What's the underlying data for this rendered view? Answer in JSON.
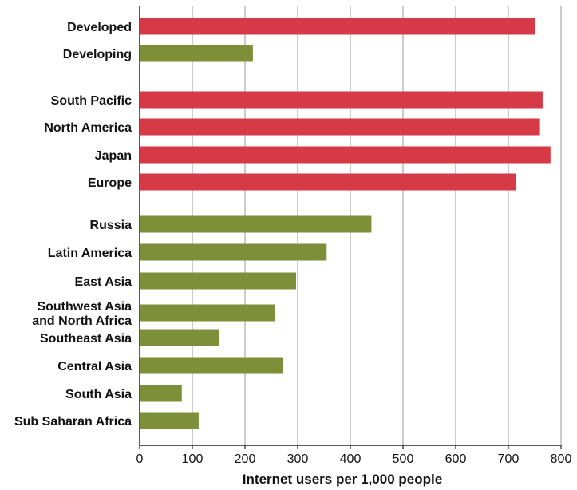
{
  "chart_data": {
    "type": "bar",
    "orientation": "horizontal",
    "xlabel": "Internet users per 1,000 people",
    "xlim": [
      0,
      800
    ],
    "xticks": [
      0,
      100,
      200,
      300,
      400,
      500,
      600,
      700,
      800
    ],
    "grid": true,
    "colors": {
      "developed": "#d63a47",
      "developing": "#7e8f3a"
    },
    "bars": [
      {
        "label": "Developed",
        "value": 750,
        "group": "developed"
      },
      {
        "label": "Developing",
        "value": 215,
        "group": "developing"
      },
      {
        "label": "South Pacific",
        "value": 765,
        "group": "developed"
      },
      {
        "label": "North America",
        "value": 760,
        "group": "developed"
      },
      {
        "label": "Japan",
        "value": 780,
        "group": "developed"
      },
      {
        "label": "Europe",
        "value": 715,
        "group": "developed"
      },
      {
        "label": "Russia",
        "value": 440,
        "group": "developing"
      },
      {
        "label": "Latin America",
        "value": 355,
        "group": "developing"
      },
      {
        "label": "East Asia",
        "value": 297,
        "group": "developing"
      },
      {
        "label": [
          "Southwest Asia",
          "and North Africa"
        ],
        "value": 257,
        "group": "developing"
      },
      {
        "label": "Southeast Asia",
        "value": 150,
        "group": "developing"
      },
      {
        "label": "Central Asia",
        "value": 272,
        "group": "developing"
      },
      {
        "label": "South Asia",
        "value": 80,
        "group": "developing"
      },
      {
        "label": "Sub Saharan Africa",
        "value": 112,
        "group": "developing"
      }
    ]
  }
}
